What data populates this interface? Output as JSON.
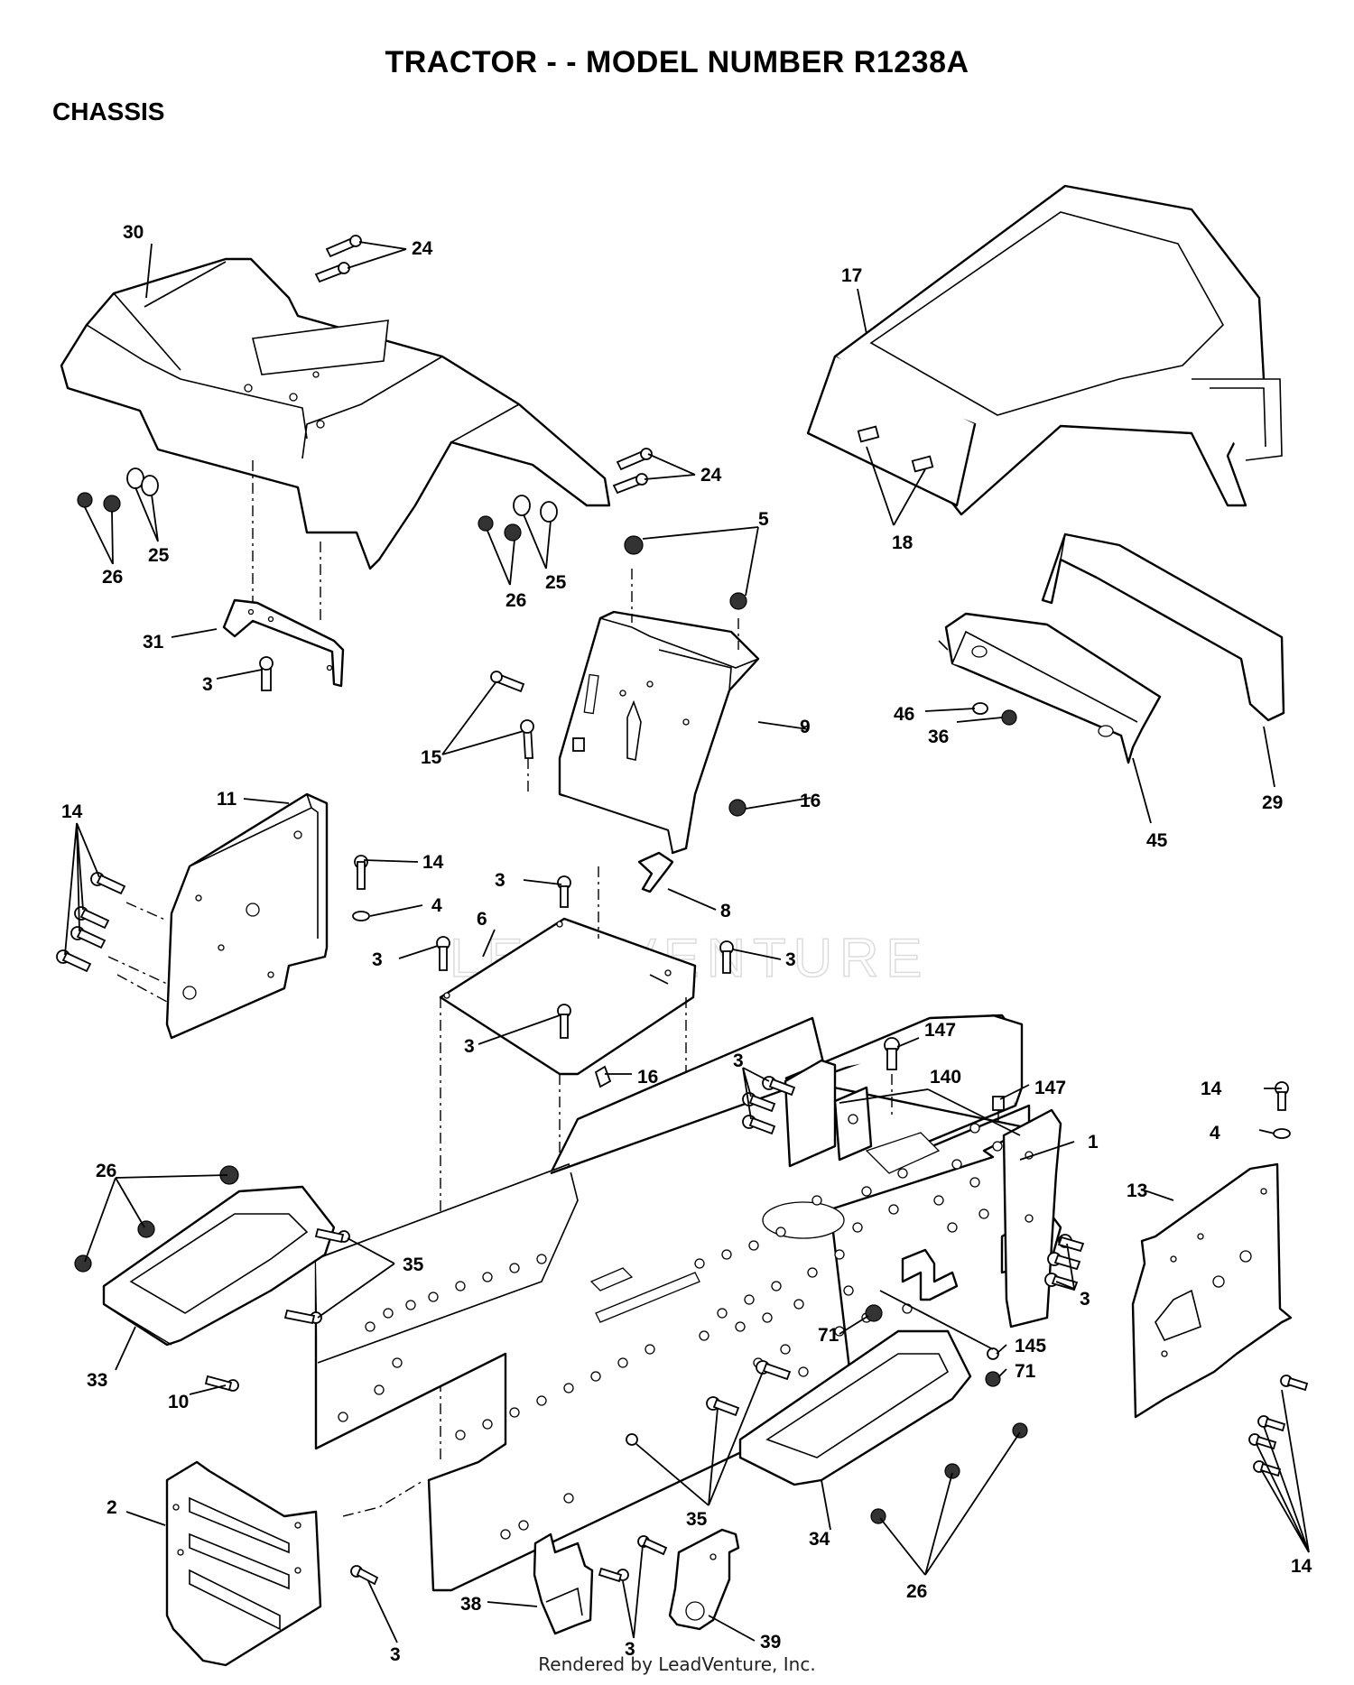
{
  "header": {
    "title": "TRACTOR - - MODEL NUMBER R1238A",
    "section": "CHASSIS"
  },
  "footer": {
    "credit": "Rendered by LeadVenture, Inc."
  },
  "watermark": "LEADVENTURE",
  "callouts": [
    {
      "id": "c30",
      "text": "30"
    },
    {
      "id": "c24a",
      "text": "24"
    },
    {
      "id": "c17",
      "text": "17"
    },
    {
      "id": "c24b",
      "text": "24"
    },
    {
      "id": "c26a",
      "text": "26"
    },
    {
      "id": "c25a",
      "text": "25"
    },
    {
      "id": "c26b",
      "text": "26"
    },
    {
      "id": "c25b",
      "text": "25"
    },
    {
      "id": "c18",
      "text": "18"
    },
    {
      "id": "c5",
      "text": "5"
    },
    {
      "id": "c31",
      "text": "31"
    },
    {
      "id": "c3a",
      "text": "3"
    },
    {
      "id": "c9",
      "text": "9"
    },
    {
      "id": "c15",
      "text": "15"
    },
    {
      "id": "c46",
      "text": "46"
    },
    {
      "id": "c36",
      "text": "36"
    },
    {
      "id": "c29",
      "text": "29"
    },
    {
      "id": "c45",
      "text": "45"
    },
    {
      "id": "c14a",
      "text": "14"
    },
    {
      "id": "c11",
      "text": "11"
    },
    {
      "id": "c16a",
      "text": "16"
    },
    {
      "id": "c14b",
      "text": "14"
    },
    {
      "id": "c4a",
      "text": "4"
    },
    {
      "id": "c3b",
      "text": "3"
    },
    {
      "id": "c8",
      "text": "8"
    },
    {
      "id": "c6",
      "text": "6"
    },
    {
      "id": "c3c",
      "text": "3"
    },
    {
      "id": "c3d",
      "text": "3"
    },
    {
      "id": "c3e",
      "text": "3"
    },
    {
      "id": "c16b",
      "text": "16"
    },
    {
      "id": "c147a",
      "text": "147"
    },
    {
      "id": "c3f",
      "text": "3"
    },
    {
      "id": "c140",
      "text": "140"
    },
    {
      "id": "c147b",
      "text": "147"
    },
    {
      "id": "c14c",
      "text": "14"
    },
    {
      "id": "c4b",
      "text": "4"
    },
    {
      "id": "c1",
      "text": "1"
    },
    {
      "id": "c26c",
      "text": "26"
    },
    {
      "id": "c13",
      "text": "13"
    },
    {
      "id": "c35a",
      "text": "35"
    },
    {
      "id": "c3g",
      "text": "3"
    },
    {
      "id": "c71a",
      "text": "71"
    },
    {
      "id": "c145",
      "text": "145"
    },
    {
      "id": "c71b",
      "text": "71"
    },
    {
      "id": "c33",
      "text": "33"
    },
    {
      "id": "c10",
      "text": "10"
    },
    {
      "id": "c2",
      "text": "2"
    },
    {
      "id": "c35b",
      "text": "35"
    },
    {
      "id": "c34",
      "text": "34"
    },
    {
      "id": "c14d",
      "text": "14"
    },
    {
      "id": "c26d",
      "text": "26"
    },
    {
      "id": "c38",
      "text": "38"
    },
    {
      "id": "c3h",
      "text": "3"
    },
    {
      "id": "c39",
      "text": "39"
    },
    {
      "id": "c3i",
      "text": "3"
    }
  ]
}
